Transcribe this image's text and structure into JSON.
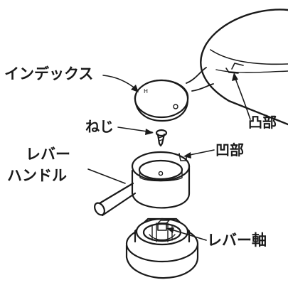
{
  "labels": {
    "index": "インデックス",
    "screw": "ねじ",
    "lever_line1": "レバー",
    "lever_line2": "ハンドル",
    "recess": "凹部",
    "boss": "凸部",
    "lever_shaft": "レバー軸"
  }
}
